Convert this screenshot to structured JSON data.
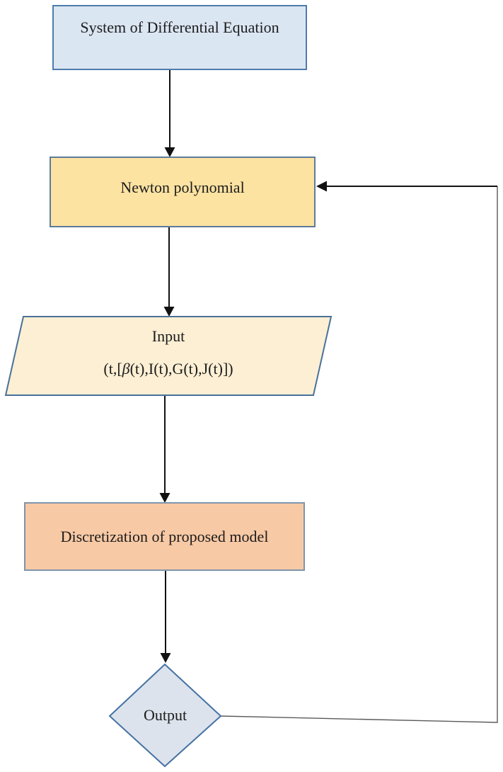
{
  "diagram": {
    "type": "flowchart",
    "nodes": {
      "start": {
        "label": "System of Differential Equation",
        "shape": "rectangle",
        "fill": "#dbe6f3",
        "border": "#4f7bad"
      },
      "newton": {
        "label": "Newton polynomial",
        "shape": "rectangle",
        "fill": "#fce3a2",
        "border": "#5d7b9b"
      },
      "input": {
        "label": "Input",
        "formula_pre": "(t,[",
        "formula_beta": "β",
        "formula_post": "(t),I(t),G(t),J(t)])",
        "shape": "parallelogram",
        "fill": "#fcefd4",
        "border": "#4a7198"
      },
      "discretization": {
        "label": "Discretization of proposed model",
        "shape": "rectangle",
        "fill": "#f8c9a5",
        "border": "#7e95ab"
      },
      "output": {
        "label": "Output",
        "shape": "diamond",
        "fill": "#dce3ec",
        "border": "#4672a4"
      }
    },
    "edges": [
      {
        "from": "start",
        "to": "newton",
        "style": "arrow-down"
      },
      {
        "from": "newton",
        "to": "input",
        "style": "arrow-down"
      },
      {
        "from": "input",
        "to": "discretization",
        "style": "arrow-down"
      },
      {
        "from": "discretization",
        "to": "output",
        "style": "arrow-down"
      },
      {
        "from": "output",
        "to": "newton",
        "style": "feedback-loop-right"
      }
    ],
    "colors": {
      "arrow": "#111111",
      "feedback_line": "#5a5a5a",
      "background": "#ffffff"
    }
  }
}
